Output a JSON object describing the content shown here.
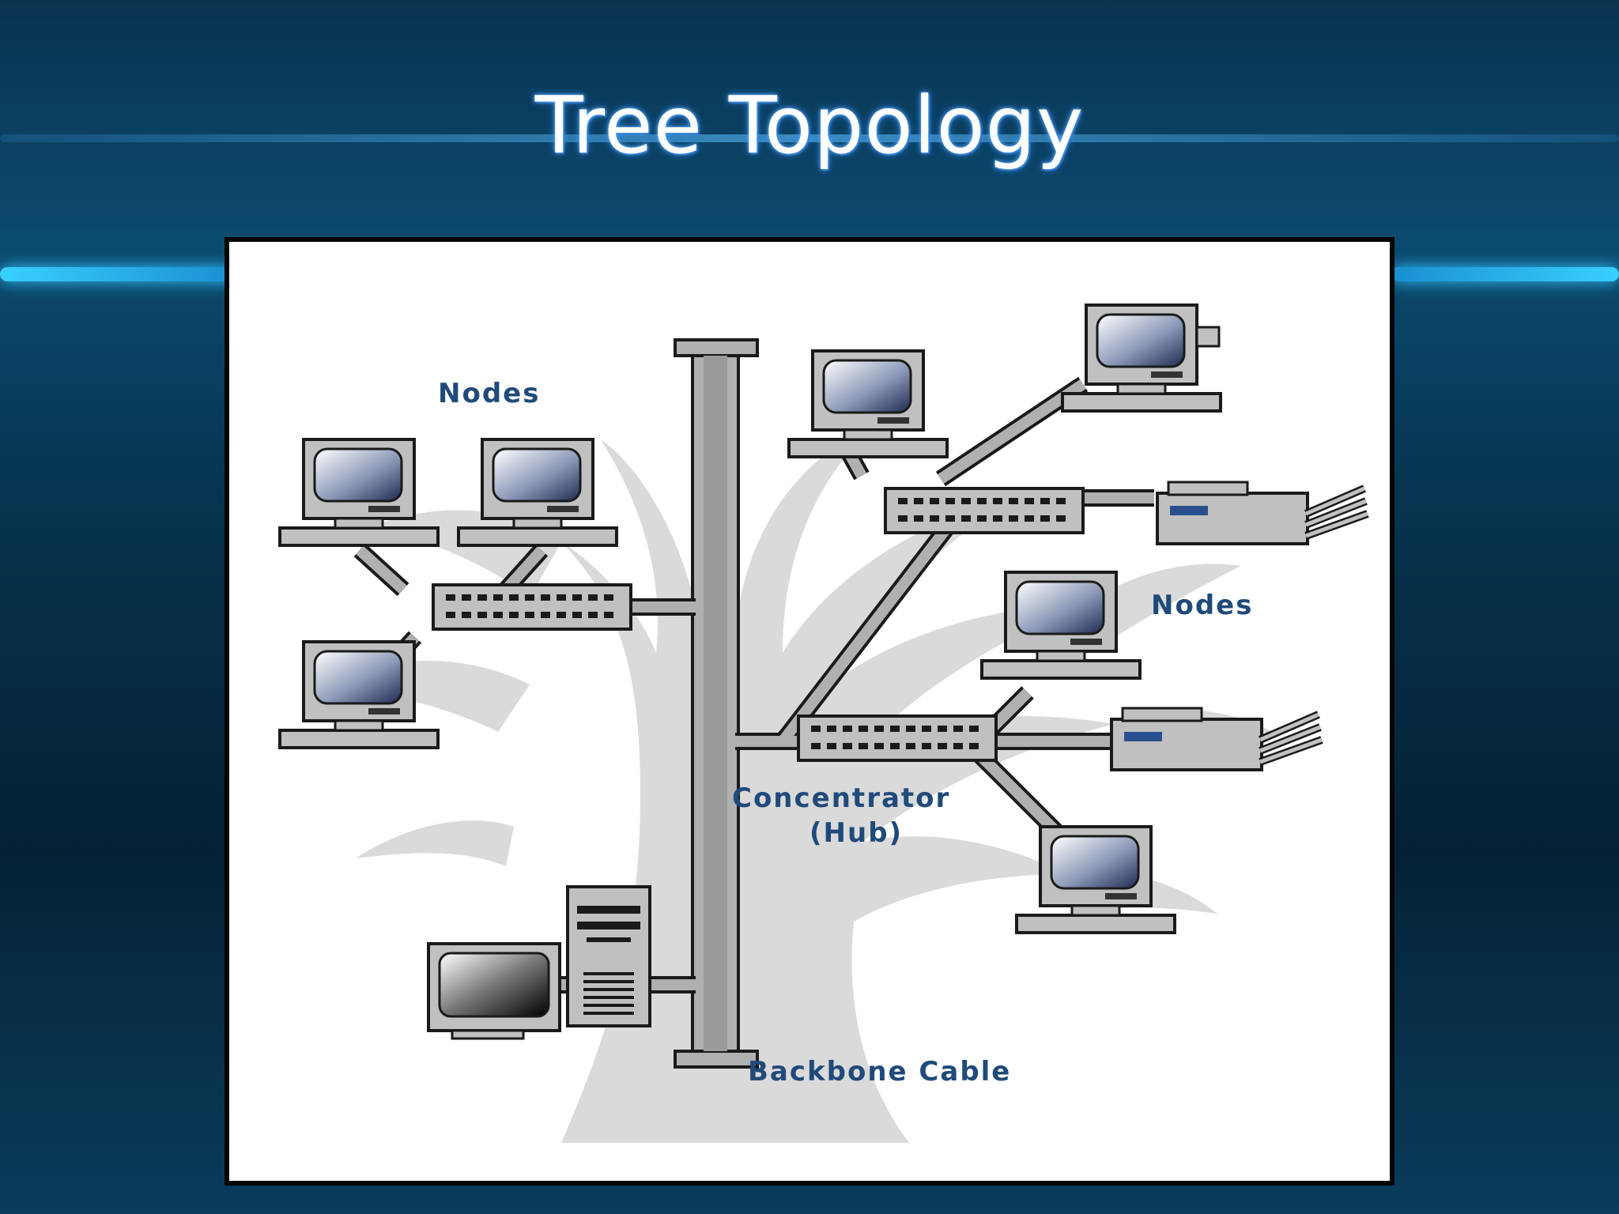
{
  "slide": {
    "title": "Tree Topology"
  },
  "diagram": {
    "labels": {
      "nodes_left": "Nodes",
      "nodes_right": "Nodes",
      "concentrator": "Concentrator",
      "hub": "(Hub)",
      "backbone": "Backbone Cable"
    }
  },
  "colors": {
    "tree": "#d9d9d9",
    "device_fill": "#c0c0c0",
    "outline": "#1a1a1a",
    "label": "#1f4a7a",
    "title_glow": "#2f86e8"
  }
}
